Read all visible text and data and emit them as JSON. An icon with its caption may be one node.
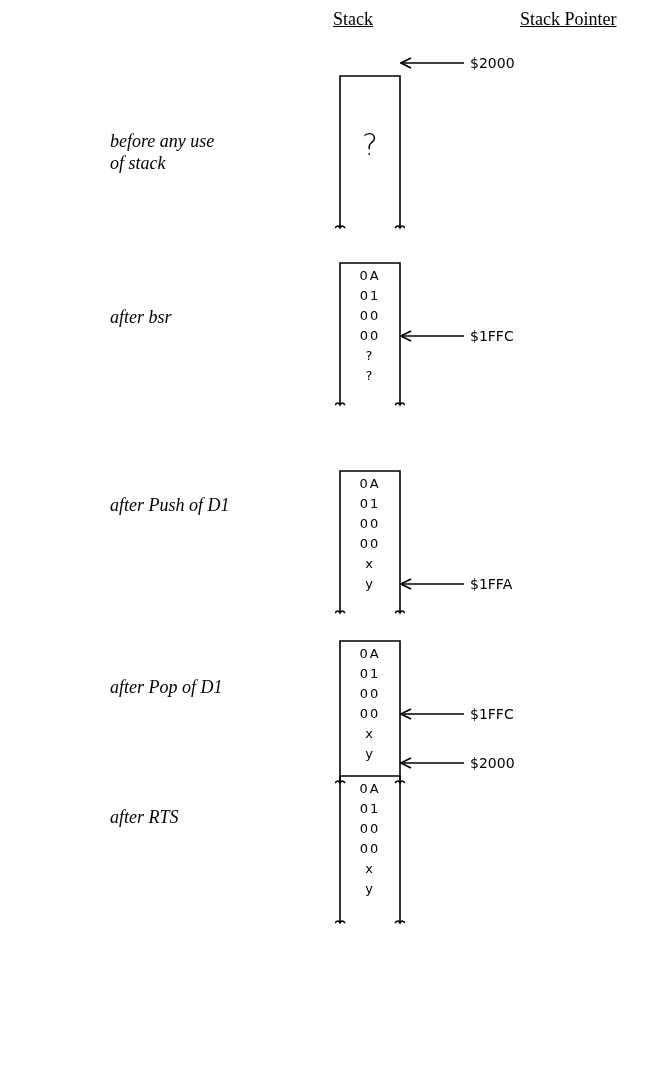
{
  "diagram": {
    "nodes": [
      {
        "text": [
          "$2000"
        ]
      },
      {
        "text": [
          "?"
        ]
      },
      {
        "text": [
          "0A",
          "01",
          "00",
          "00",
          "?",
          "?"
        ]
      },
      {
        "text": [
          "$1FFC"
        ]
      },
      {
        "text": [
          "0A",
          "01",
          "00",
          "00",
          "x",
          "y"
        ]
      },
      {
        "text": [
          "$1FFA"
        ]
      },
      {
        "text": [
          "0A",
          "01",
          "00",
          "00",
          "x",
          "y"
        ]
      },
      {
        "text": [
          "$1FFC"
        ]
      },
      {
        "text": [
          "$2000"
        ]
      },
      {
        "text": [
          "0A",
          "01",
          "00",
          "00",
          "x",
          "y"
        ]
      }
    ],
    "edges": [
      {
        "from": 0,
        "to": 1,
        "arrow": "to"
      },
      {
        "from": 3,
        "to": 2,
        "arrow": "to"
      },
      {
        "from": 5,
        "to": 4,
        "arrow": "to"
      },
      {
        "from": 7,
        "to": 6,
        "arrow": "to"
      },
      {
        "from": 8,
        "to": 9,
        "arrow": "to"
      }
    ],
    "labels": [
      "Stack",
      "Stack Pointer",
      "before any use of stack",
      "after bsr",
      "after Push of D1",
      "after Pop of D1",
      "after RTS"
    ]
  }
}
